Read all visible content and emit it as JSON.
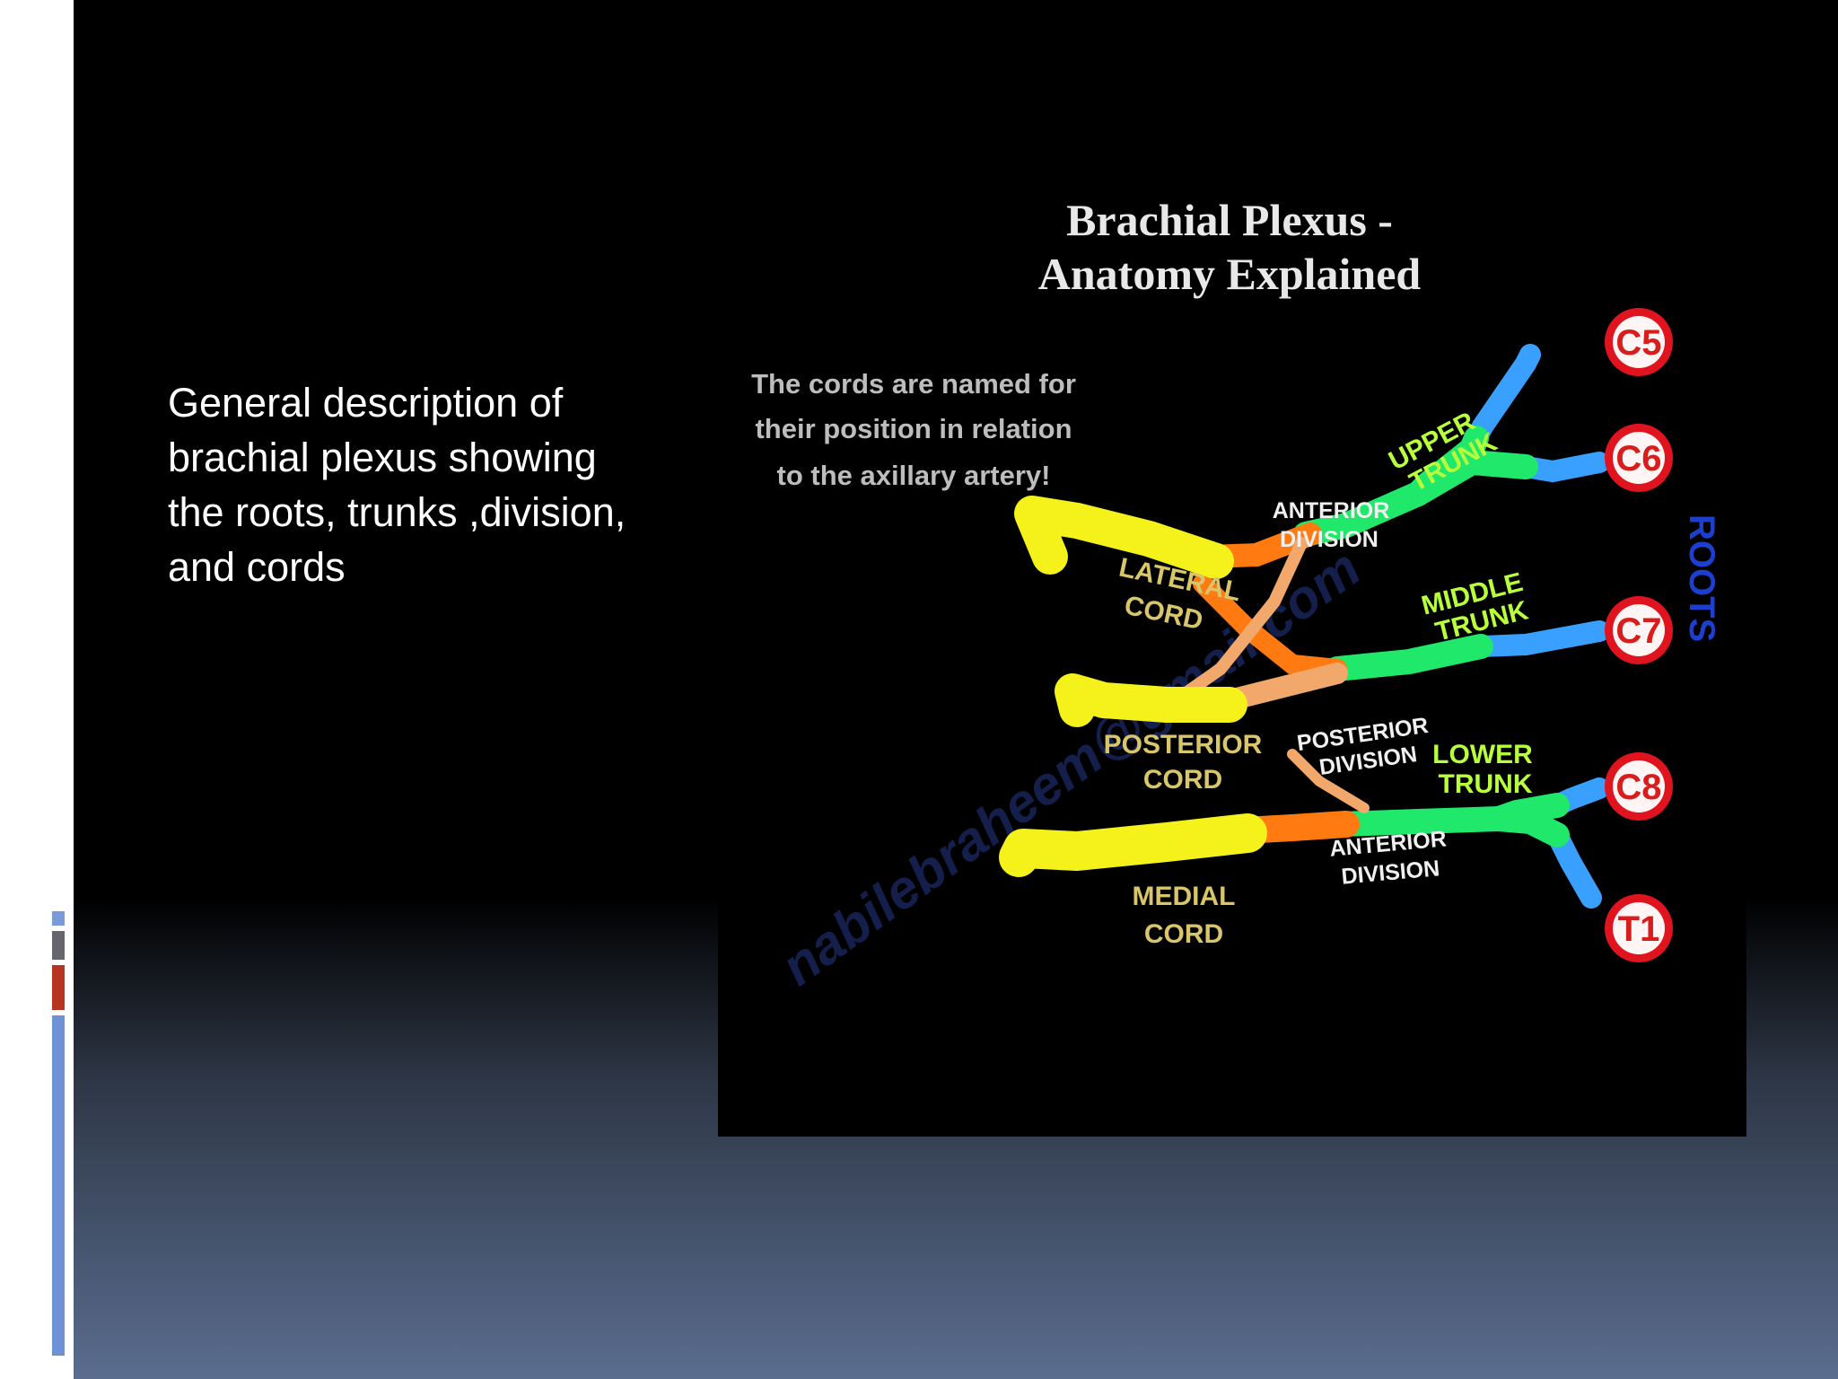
{
  "slide": {
    "caption": "General description of\nbrachial plexus showing\nthe roots, trunks ,division,\nand cords"
  },
  "diagram": {
    "title_line1": "Brachial Plexus -",
    "title_line2": "Anatomy Explained",
    "note_line1": "The cords are named for",
    "note_line2": "their position in relation",
    "note_line3": "to the axillary artery!",
    "roots_label": "ROOTS",
    "roots": [
      "C5",
      "C6",
      "C7",
      "C8",
      "T1"
    ],
    "trunks": {
      "upper": [
        "UPPER",
        "TRUNK"
      ],
      "middle": [
        "MIDDLE",
        "TRUNK"
      ],
      "lower": [
        "LOWER",
        "TRUNK"
      ]
    },
    "divisions": {
      "anterior_upper": [
        "ANTERIOR",
        "DIVISION"
      ],
      "posterior": [
        "POSTERIOR",
        "DIVISION"
      ],
      "anterior_lower": [
        "ANTERIOR",
        "DIVISION"
      ]
    },
    "cords": {
      "lateral": [
        "LATERAL",
        "CORD"
      ],
      "posterior": [
        "POSTERIOR",
        "CORD"
      ],
      "medial": [
        "MEDIAL",
        "CORD"
      ]
    },
    "watermark": "nabilebraheem@gmail.com"
  },
  "colors": {
    "root": "#3aa0ff",
    "trunk": "#1fe86a",
    "anterior_division": "#ff7a10",
    "posterior_division": "#f2a86a",
    "cord": "#f4f21a",
    "root_badge_border": "#e0141e"
  }
}
